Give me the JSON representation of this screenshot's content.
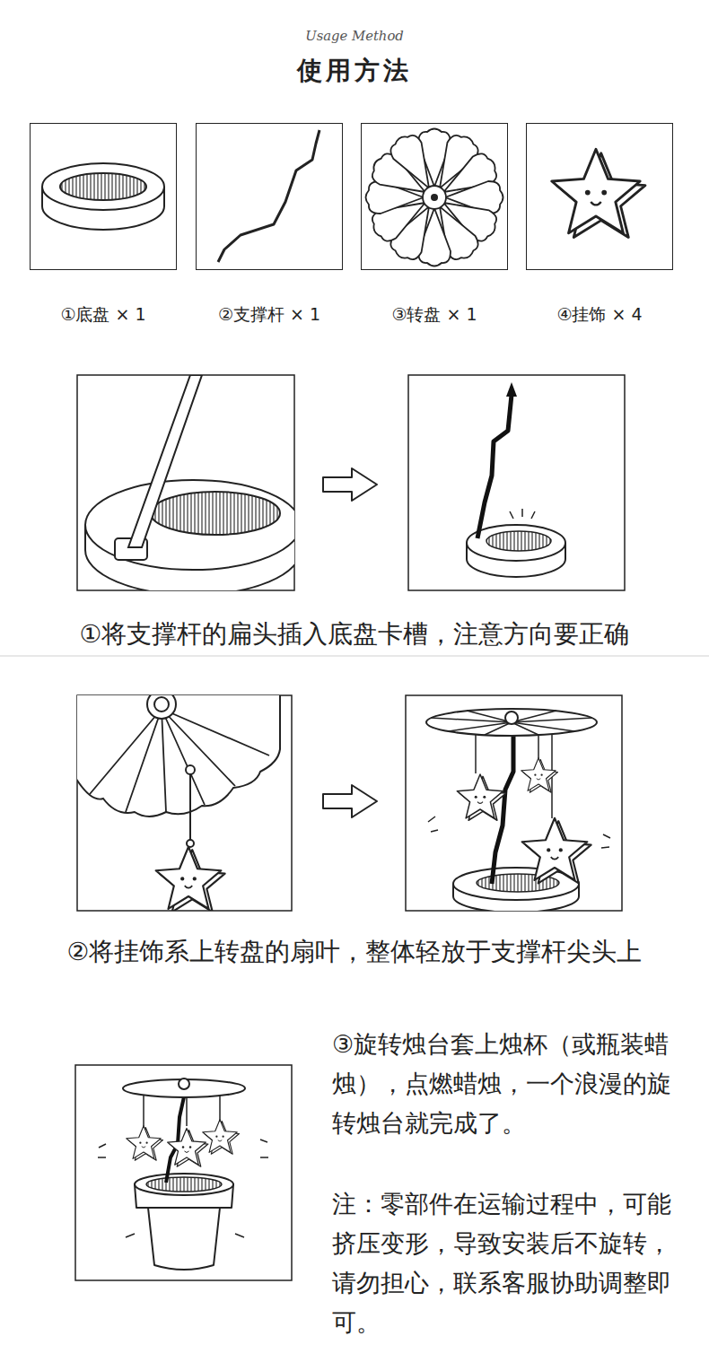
{
  "diagram": {
    "title": "使用方法",
    "nodes": [
      {
        "text": [
          "①底盘 × 1"
        ]
      },
      {
        "text": [
          "②支撑杆 × 1"
        ]
      },
      {
        "text": [
          "③转盘 × 1"
        ]
      },
      {
        "text": [
          "④挂饰 × 4"
        ]
      }
    ],
    "labels": [
      "Usage Method",
      "①将支撑杆的扁头插入底盘卡槽，注意方向要正确",
      "②将挂饰系上转盘的扇叶，整体轻放于支撑杆尖头上",
      "③旋转烛台套上烛杯（或瓶装蜡烛），点燃蜡烛，一个浪漫的旋转烛台就完成了。",
      "注：零部件在运输过程中，可能挤压变形，导致安装后不旋转，请勿担心，联系客服协助调整即可。"
    ]
  }
}
